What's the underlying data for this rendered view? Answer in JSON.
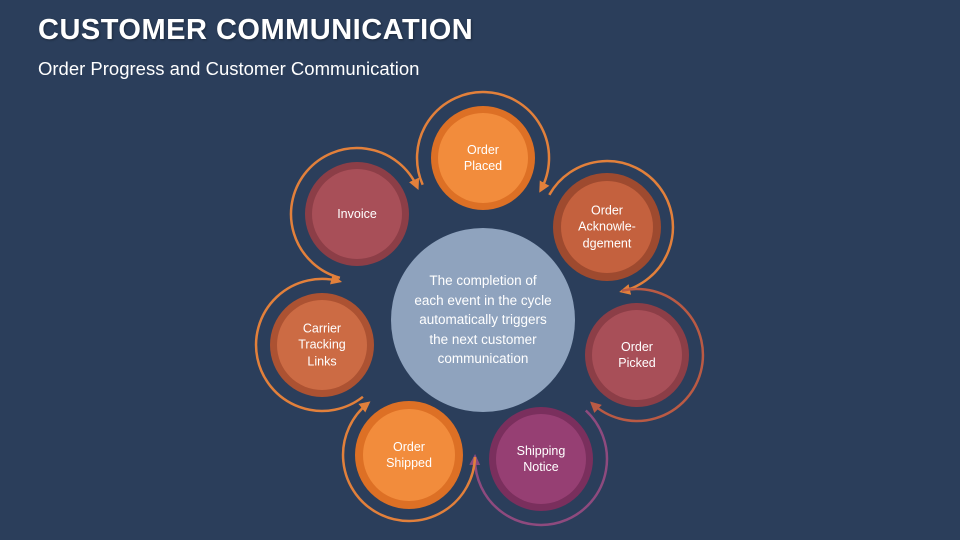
{
  "slide": {
    "title": "CUSTOMER COMMUNICATION",
    "subtitle": "Order Progress and Customer Communication",
    "background": "#2B3E5B",
    "text_color": "#FFFFFF"
  },
  "diagram": {
    "center": {
      "text": "The completion of\neach event in the cycle\nautomatically triggers\nthe next customer\ncommunication",
      "fill": "#8FA3BE",
      "text_color": "#FFFFFF"
    },
    "nodes": [
      {
        "label": "Order\nPlaced",
        "fill": "#F28C3C",
        "ring": "#DD7025",
        "arc": "#E2803B"
      },
      {
        "label": "Order\nAcknowle-\ndgement",
        "fill": "#C4613E",
        "ring": "#9E4A2F",
        "arc": "#E2803B"
      },
      {
        "label": "Order\nPicked",
        "fill": "#A84F58",
        "ring": "#8C3E47",
        "arc": "#BA5A44"
      },
      {
        "label": "Shipping\nNotice",
        "fill": "#963F73",
        "ring": "#7A2F5D",
        "arc": "#8E4A7E"
      },
      {
        "label": "Order\nShipped",
        "fill": "#F28C3C",
        "ring": "#DD7025",
        "arc": "#E2803B"
      },
      {
        "label": "Carrier\nTracking\nLinks",
        "fill": "#CC6B44",
        "ring": "#AC5232",
        "arc": "#E2803B"
      },
      {
        "label": "Invoice",
        "fill": "#A84F58",
        "ring": "#8C3E47",
        "arc": "#E2803B"
      }
    ]
  }
}
